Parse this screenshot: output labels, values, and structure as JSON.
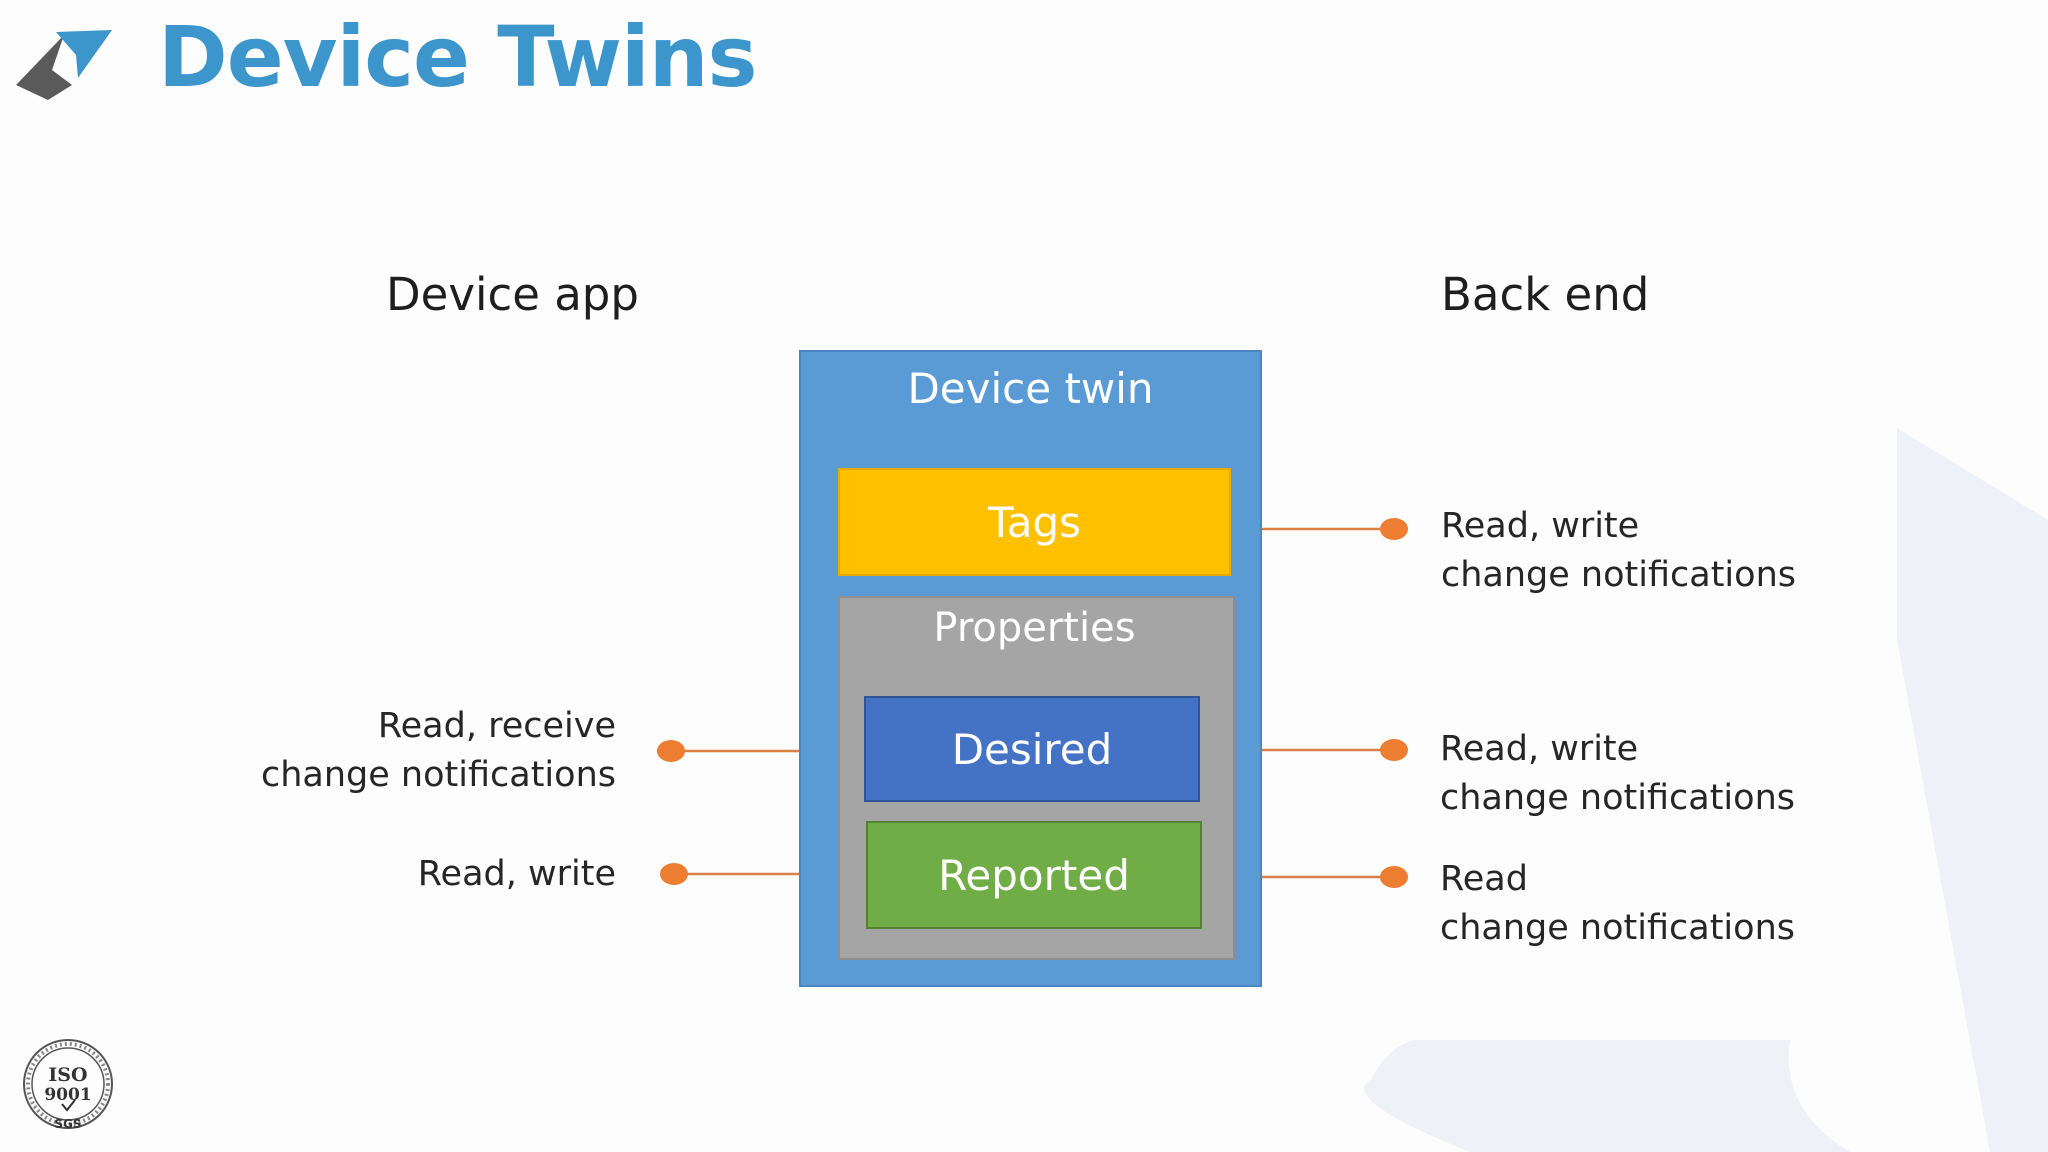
{
  "header": {
    "title": "Device Twins",
    "logo_icon": "arrow-logo-icon"
  },
  "diagram": {
    "left_heading": "Device app",
    "right_heading": "Back end",
    "twin_label": "Device twin",
    "tags_label": "Tags",
    "properties_label": "Properties",
    "desired_label": "Desired",
    "reported_label": "Reported",
    "notes": {
      "tags_right": [
        "Read, write",
        "change notifications"
      ],
      "desired_left": [
        "Read, receive",
        "change notifications"
      ],
      "desired_right": [
        "Read, write",
        "change notifications"
      ],
      "reported_left": [
        "Read, write"
      ],
      "reported_right": [
        "Read",
        "change notifications"
      ]
    }
  },
  "footer": {
    "badge_text": [
      "ISO",
      "9001",
      "SGS"
    ],
    "badge_icon": "iso-certification-seal-icon"
  },
  "colors": {
    "title": "#3d96cb",
    "twin": "#5b9bd5",
    "tags": "#ffc000",
    "properties": "#a5a5a5",
    "desired": "#4472c4",
    "reported": "#70ad47",
    "connector": "#ed7d31"
  }
}
